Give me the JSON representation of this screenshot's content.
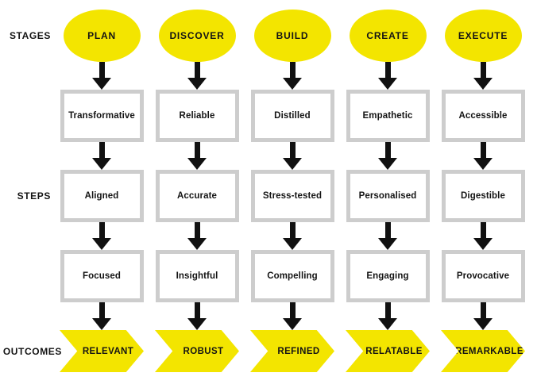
{
  "labels": {
    "stages": "STAGES",
    "steps": "STEPS",
    "outcomes": "OUTCOMES"
  },
  "columns": [
    {
      "stage": "PLAN",
      "steps": [
        "Transformative",
        "Aligned",
        "Focused"
      ],
      "outcome": "RELEVANT"
    },
    {
      "stage": "DISCOVER",
      "steps": [
        "Reliable",
        "Accurate",
        "Insightful"
      ],
      "outcome": "ROBUST"
    },
    {
      "stage": "BUILD",
      "steps": [
        "Distilled",
        "Stress-tested",
        "Compelling"
      ],
      "outcome": "REFINED"
    },
    {
      "stage": "CREATE",
      "steps": [
        "Empathetic",
        "Personalised",
        "Engaging"
      ],
      "outcome": "RELATABLE"
    },
    {
      "stage": "EXECUTE",
      "steps": [
        "Accessible",
        "Digestible",
        "Provocative"
      ],
      "outcome": "REMARKABLE"
    }
  ],
  "colors": {
    "accent_yellow": "#F3E500",
    "box_border_gray": "#CDCDCD",
    "arrow_black": "#111111"
  }
}
